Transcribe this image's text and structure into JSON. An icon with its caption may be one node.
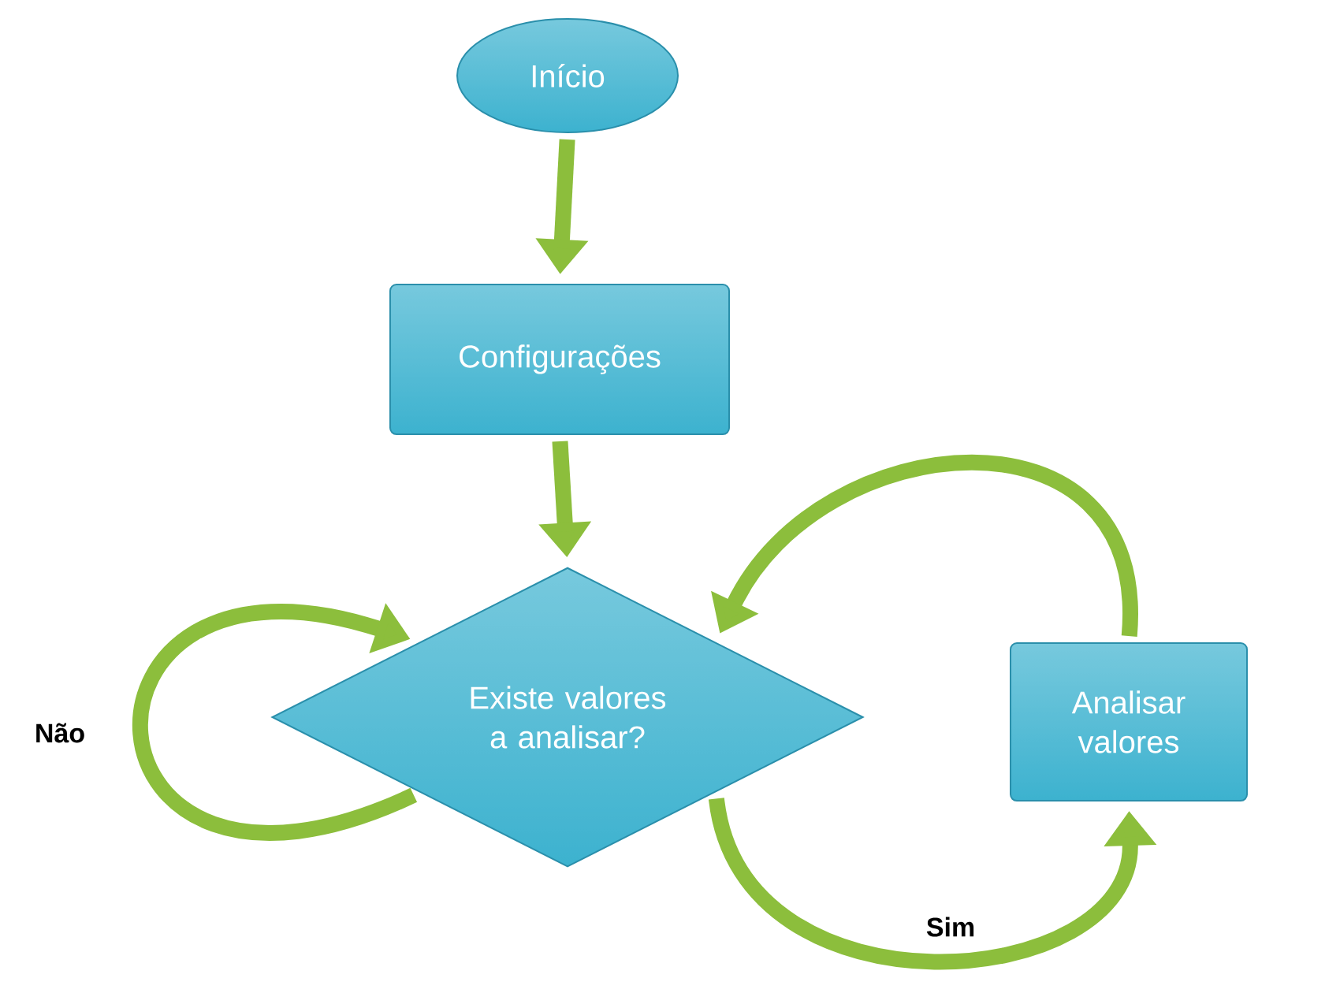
{
  "diagram": {
    "nodes": [
      {
        "text": [
          "Início"
        ]
      },
      {
        "text": [
          "Configurações"
        ]
      },
      {
        "text": [
          "Existe valores a analisar?"
        ]
      },
      {
        "text": [
          "Analisar valores"
        ]
      }
    ],
    "edges": [
      {
        "from": 0,
        "to": 1,
        "arrow": "to"
      },
      {
        "from": 1,
        "to": 2,
        "arrow": "to"
      },
      {
        "from": 2,
        "to": 2,
        "arrow": "to",
        "label": "Não"
      },
      {
        "from": 2,
        "to": 3,
        "arrow": "to",
        "label": "Sim"
      },
      {
        "from": 3,
        "to": 2,
        "arrow": "to"
      }
    ]
  }
}
